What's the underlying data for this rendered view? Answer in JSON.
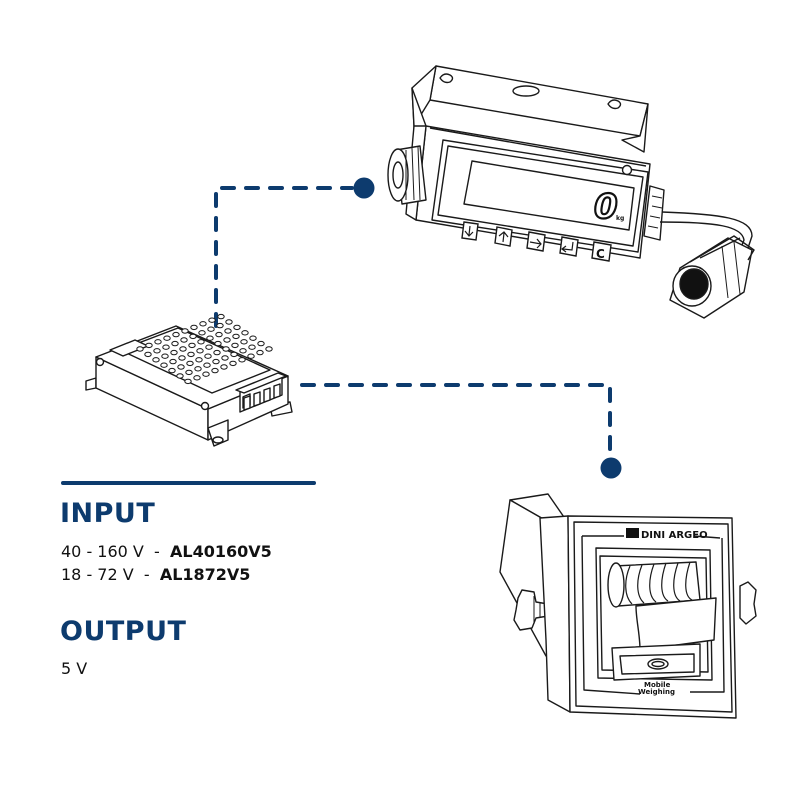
{
  "diagram": {
    "colors": {
      "accent": "#0d3b6e",
      "line_art": "#1a1a1a"
    },
    "devices": {
      "power_supply": {
        "name": "power supply module"
      },
      "indicator": {
        "name": "weight indicator",
        "display_value": "0",
        "display_unit": "kg",
        "keys": [
          "down-arrow",
          "up-arrow",
          "right-arrow",
          "enter",
          "C"
        ],
        "key_c_label": "C"
      },
      "printer": {
        "name": "panel printer",
        "brand": "DINI ARGEO",
        "series_line1": "Mobile",
        "series_line2": "Weighing"
      }
    },
    "connections": [
      {
        "from": "power_supply",
        "to": "indicator",
        "style": "dashed"
      },
      {
        "from": "power_supply",
        "to": "printer",
        "style": "dashed"
      }
    ]
  },
  "specs": {
    "input_heading": "INPUT",
    "input_lines": [
      {
        "range": "40 - 160 V  -  ",
        "model": "AL40160V5"
      },
      {
        "range": "18 - 72 V  -  ",
        "model": "AL1872V5"
      }
    ],
    "output_heading": "OUTPUT",
    "output_value": "5 V"
  }
}
